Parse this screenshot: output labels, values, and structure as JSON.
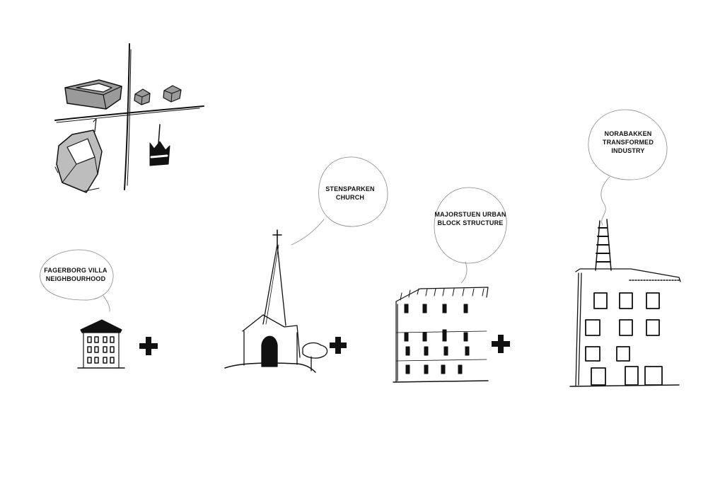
{
  "labels": {
    "fagerborg": {
      "line1": "FAGERBORG VILLA",
      "line2": "NEIGHBOURHOOD"
    },
    "stensparken": {
      "line1": "STENSPARKEN",
      "line2": "CHURCH"
    },
    "majorstuen": {
      "line1": "MAJORSTUEN URBAN",
      "line2": "BLOCK STRUCTURE"
    },
    "norabakken": {
      "line1": "NORABAKKEN",
      "line2": "TRANSFORMED",
      "line3": "INDUSTRY"
    }
  },
  "colors": {
    "ink": "#111111",
    "shade": "#9a9a9a",
    "shade_light": "#bdbdbd",
    "bubble": "#888888"
  },
  "icons": [
    "plus-icon",
    "plus-icon",
    "plus-icon"
  ]
}
